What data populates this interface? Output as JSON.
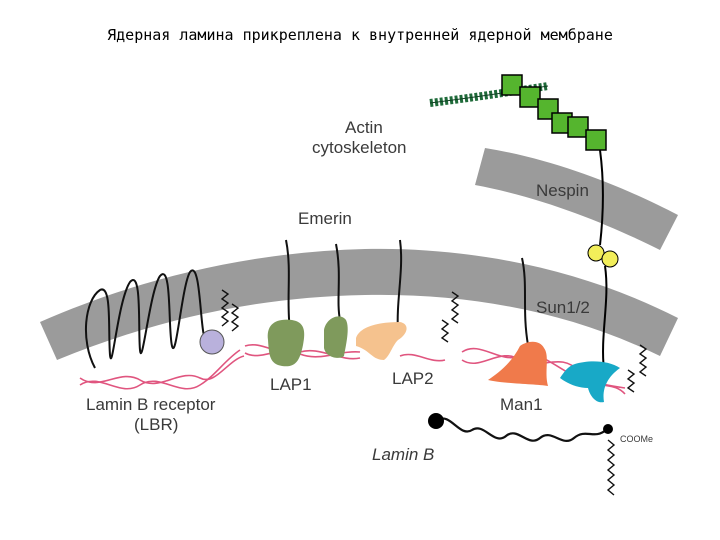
{
  "title": "Ядерная ламина прикреплена к внутренней ядерной мембране",
  "labels": {
    "actin": [
      "Actin",
      "cytoskeleton"
    ],
    "nespin": "Nespin",
    "emerin": "Emerin",
    "sun": "Sun1/2",
    "lap1": "LAP1",
    "lap2": "LAP2",
    "man1": "Man1",
    "lbr": [
      "Lamin B receptor",
      "(LBR)"
    ],
    "lamin_b": "Lamin B",
    "coome": "COOMe"
  },
  "colors": {
    "membrane": "#9b9b9b",
    "actin": "#1f6b3a",
    "nesprin_square": "#55b52e",
    "sun_ball": "#f2ee5a",
    "lap1": "#7f9a5c",
    "lap2": "#f5c28e",
    "man1": "#f07a4b",
    "teal_protein": "#18a9c7",
    "lbr_ball": "#b9b1dc",
    "lamin_strand": "#e0557f"
  }
}
